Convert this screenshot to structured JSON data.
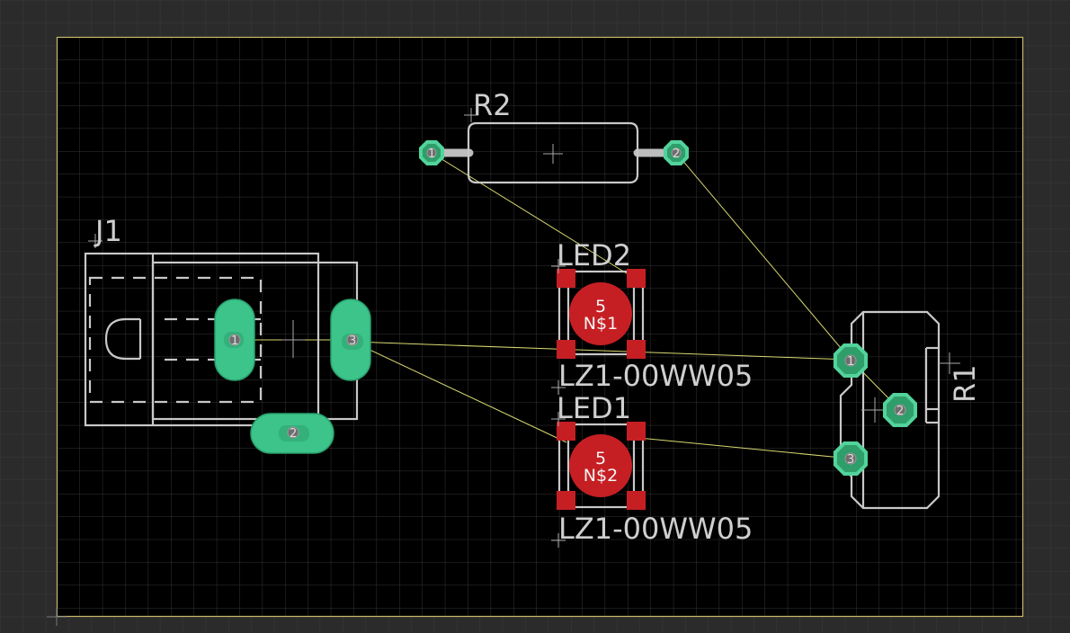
{
  "components": {
    "r1": {
      "ref": "R1",
      "pads": [
        "1",
        "2",
        "3"
      ]
    },
    "r2": {
      "ref": "R2",
      "pads": [
        "1",
        "2"
      ]
    },
    "j1": {
      "ref": "J1",
      "pads": [
        "1",
        "2",
        "3"
      ]
    },
    "led1": {
      "ref": "LED1",
      "value": "LZ1-00WW05",
      "pad_number": "5",
      "net": "N$2"
    },
    "led2": {
      "ref": "LED2",
      "value": "LZ1-00WW05",
      "pad_number": "5",
      "net": "N$1"
    }
  },
  "colors": {
    "background": "#000000",
    "outer": "#2b2b2b",
    "grid": "#3a3a3a",
    "board_outline": "#c9b96a",
    "silkscreen": "#c8c8c8",
    "pads_tht": "#3cc48a",
    "pads_smd": "#c51f24",
    "airwires": "#d8d870"
  }
}
